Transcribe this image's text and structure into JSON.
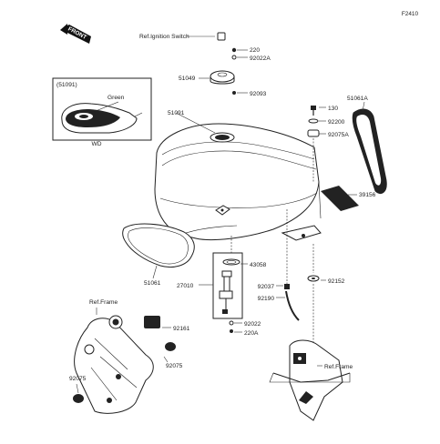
{
  "diagram_id": "F2410",
  "front_label": "FRONT",
  "inset": {
    "ref": "(51091)",
    "color_label": "Green",
    "caption": "WD"
  },
  "labels": {
    "ref_ignition_switch": "Ref.Ignition Switch",
    "p220": "220",
    "p92022A": "92022A",
    "p51049": "51049",
    "p92093": "92093",
    "p51091": "51091",
    "p51061A": "51061A",
    "p130": "130",
    "p92200": "92200",
    "p92075A": "92075A",
    "p39156": "39156",
    "p51061": "51061",
    "p43058": "43058",
    "p27010": "27010",
    "p92037": "92037",
    "p92190": "92190",
    "p92152": "92152",
    "ref_frame_left": "Ref.Frame",
    "p92161": "92161",
    "p92075_left": "92075",
    "p92075_right": "92075",
    "p92022": "92022",
    "p220A": "220A",
    "ref_frame_right": "Ref.Frame"
  }
}
